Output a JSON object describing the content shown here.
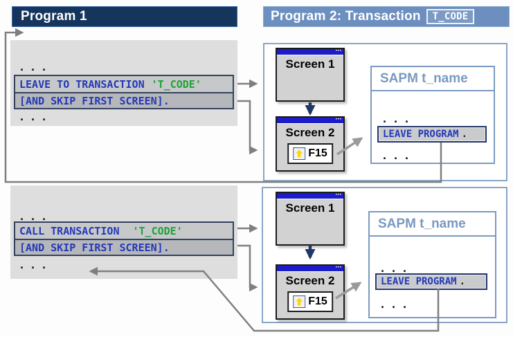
{
  "header_left": {
    "title": "Program 1"
  },
  "header_right": {
    "title": "Program 2: Transaction",
    "tcode": "T_CODE"
  },
  "sections": {
    "leave": {
      "dots": "...",
      "code_keyword": "LEAVE TO TRANSACTION",
      "code_arg": "'T_CODE'",
      "code_line2": "[AND SKIP FIRST SCREEN].",
      "screen1_label": "Screen 1",
      "screen2_label": "Screen 2",
      "fkey_label": "F15",
      "sapm_title": "SAPM t_name",
      "sapm_stmt": "LEAVE PROGRAM",
      "sapm_period": "."
    },
    "call": {
      "dots": "...",
      "code_keyword": "CALL TRANSACTION",
      "code_arg": "'T_CODE'",
      "code_line2": "[AND SKIP FIRST SCREEN].",
      "screen1_label": "Screen 1",
      "screen2_label": "Screen 2",
      "fkey_label": "F15",
      "sapm_title": "SAPM t_name",
      "sapm_stmt": "LEAVE PROGRAM",
      "sapm_period": "."
    }
  },
  "colors": {
    "header1_bg": "#16355d",
    "header2_bg": "#6d8fbf",
    "code_blue": "#2438b8",
    "code_green": "#1ea336",
    "panel_gray": "#dedede",
    "code_box_gray": "#c6c8ca",
    "sapm_blue": "#7a99c0",
    "arrow_gray": "#7f7f7f",
    "screen_arrow_blue": "#1f3864",
    "screen_titlebar_blue": "#1c1cc8",
    "fkey_arrow_yellow": "#ffd400"
  }
}
